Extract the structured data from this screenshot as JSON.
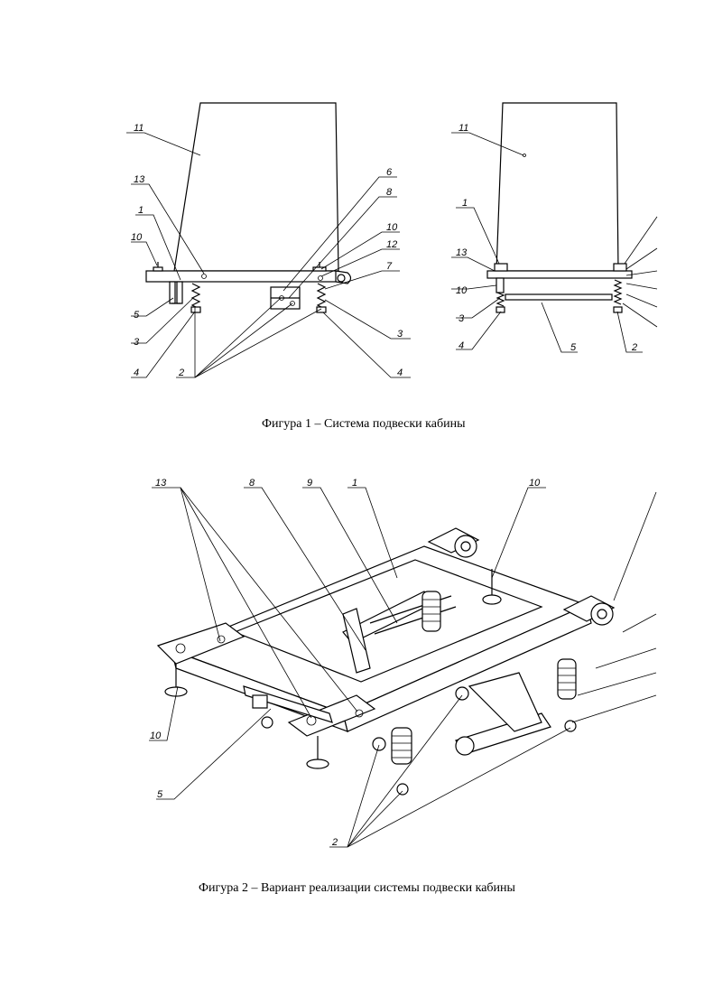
{
  "fig1": {
    "caption": "Фигура 1 – Система подвески кабины",
    "left_labels": {
      "l11": "11",
      "l13": "13",
      "l1": "1",
      "l10": "10",
      "l5": "5",
      "l3": "3",
      "l4": "4",
      "l2": "2",
      "l6": "6",
      "l8": "8",
      "l10b": "10",
      "l12": "12",
      "l7": "7",
      "l3b": "3",
      "l4b": "4"
    },
    "right_labels": {
      "r11": "11",
      "r1": "1",
      "r13": "13",
      "r10": "10",
      "r3": "3",
      "r4": "4",
      "r5": "5",
      "r2": "2"
    }
  },
  "fig2": {
    "caption": "Фигура 2 – Вариант реализации системы подвески кабины",
    "labels": {
      "f13": "13",
      "f8": "8",
      "f9": "9",
      "f1": "1",
      "f10": "10",
      "f10b": "10",
      "f5": "5",
      "f2": "2"
    }
  }
}
